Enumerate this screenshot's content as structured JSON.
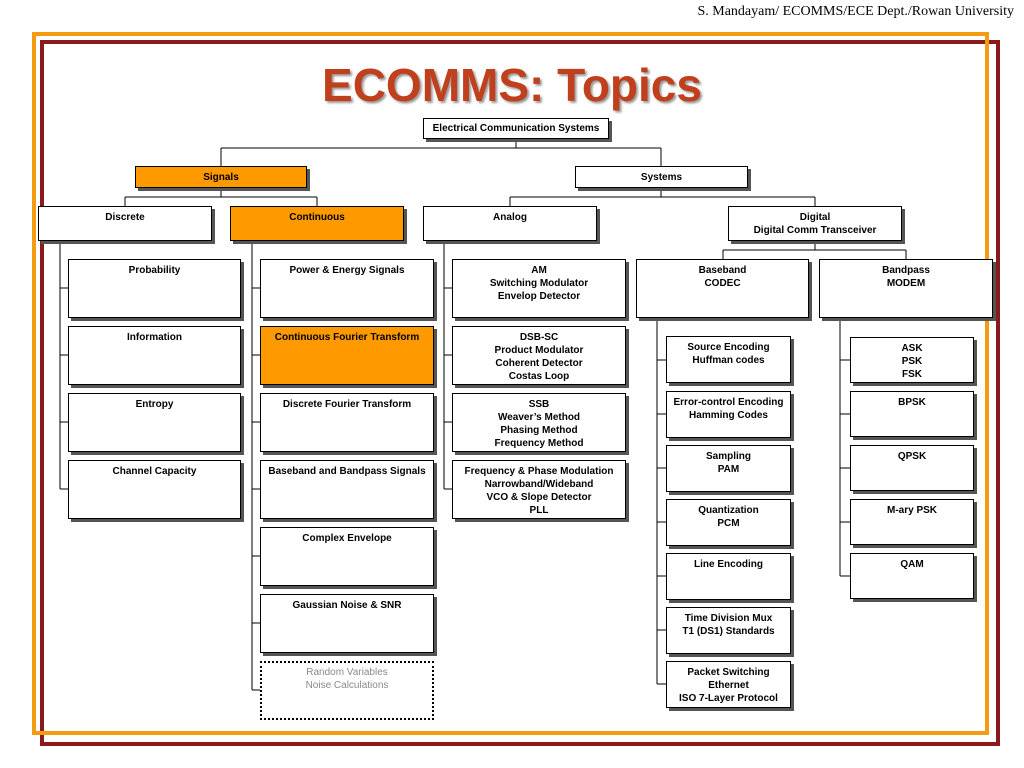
{
  "header": {
    "credit": "S. Mandayam/ ECOMMS/ECE Dept./Rowan University"
  },
  "title": "ECOMMS: Topics",
  "colors": {
    "highlight": "#FF9900",
    "title": "#C0401E",
    "frame_outer": "#F39C12",
    "frame_inner": "#8B1A1A"
  },
  "nodes": {
    "root": "Electrical Communication Systems",
    "signals": "Signals",
    "systems": "Systems",
    "discrete": "Discrete",
    "continuous": "Continuous",
    "analog": "Analog",
    "digital": "Digital\nDigital Comm Transceiver",
    "probability": "Probability",
    "information": "Information",
    "entropy": "Entropy",
    "channel_capacity": "Channel Capacity",
    "power_energy": "Power & Energy Signals",
    "cft": "Continuous Fourier Transform",
    "dft": "Discrete Fourier Transform",
    "baseband_bandpass_signals": "Baseband and Bandpass Signals",
    "complex_envelope": "Complex Envelope",
    "gaussian_noise": "Gaussian Noise & SNR",
    "random_variables": "Random Variables\nNoise Calculations",
    "am": "AM\nSwitching Modulator\nEnvelop Detector",
    "dsb_sc": "DSB-SC\nProduct Modulator\nCoherent Detector\nCostas Loop",
    "ssb": "SSB\nWeaver’s Method\nPhasing Method\nFrequency Method",
    "fm_pm": "Frequency & Phase Modulation\nNarrowband/Wideband\nVCO & Slope Detector\nPLL",
    "baseband": "Baseband\nCODEC",
    "bandpass": "Bandpass\nMODEM",
    "source_encoding": "Source Encoding\nHuffman codes",
    "error_control": "Error-control Encoding\nHamming Codes",
    "sampling": "Sampling\nPAM",
    "quantization": "Quantization\nPCM",
    "line_encoding": "Line Encoding",
    "tdm": "Time Division Mux\nT1 (DS1) Standards",
    "packet_switching": "Packet Switching\nEthernet\nISO 7-Layer Protocol",
    "ask": "ASK\nPSK\nFSK",
    "bpsk": "BPSK",
    "qpsk": "QPSK",
    "mary_psk": "M-ary PSK",
    "qam": "QAM"
  }
}
